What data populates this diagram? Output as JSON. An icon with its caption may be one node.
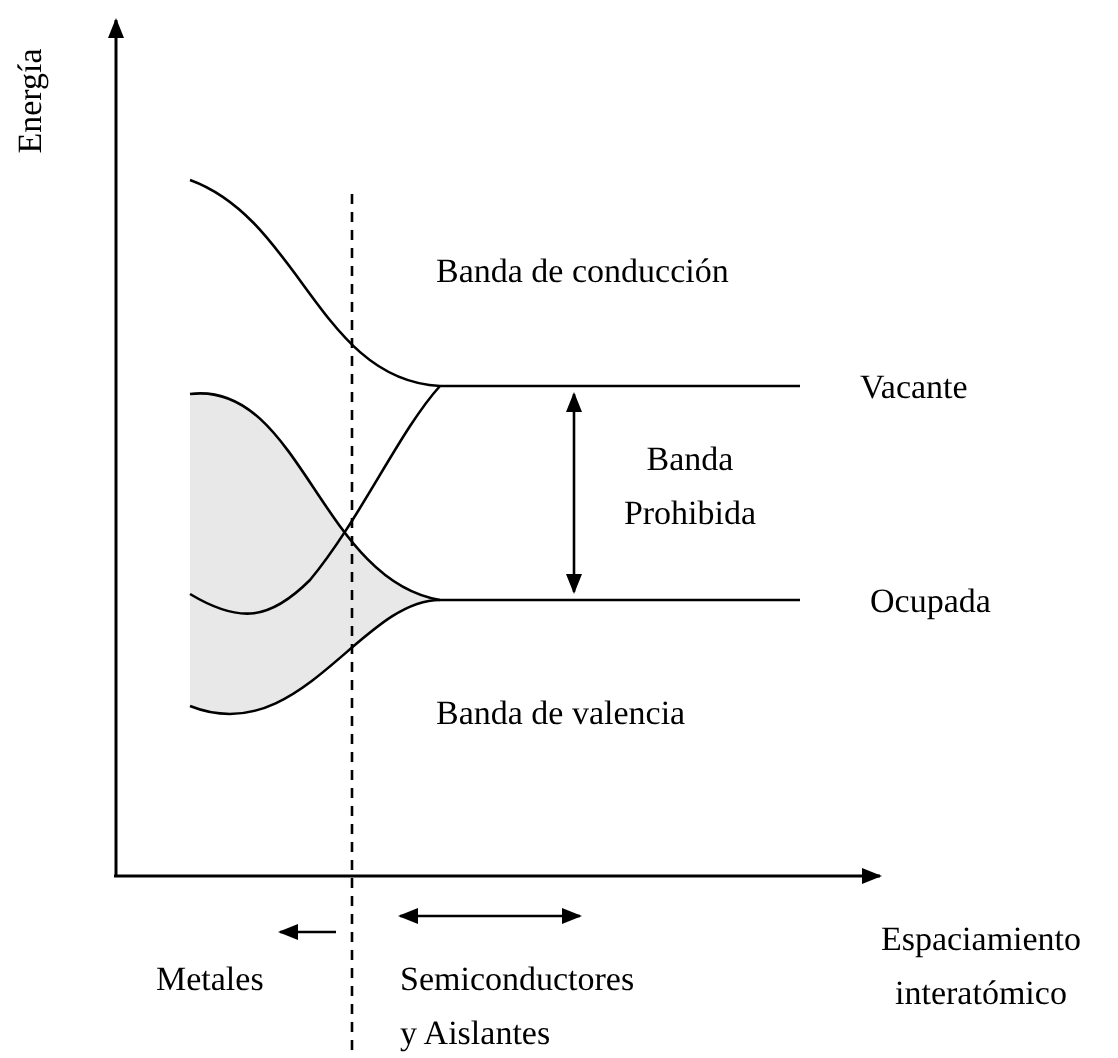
{
  "diagram": {
    "labels": [
      "Energía",
      "Banda de conducción",
      "Vacante",
      "Banda Prohibida",
      "Ocupada",
      "Banda de valencia",
      "Espaciamiento interatómico",
      "Metales",
      "Semiconductores y Aislantes"
    ]
  }
}
